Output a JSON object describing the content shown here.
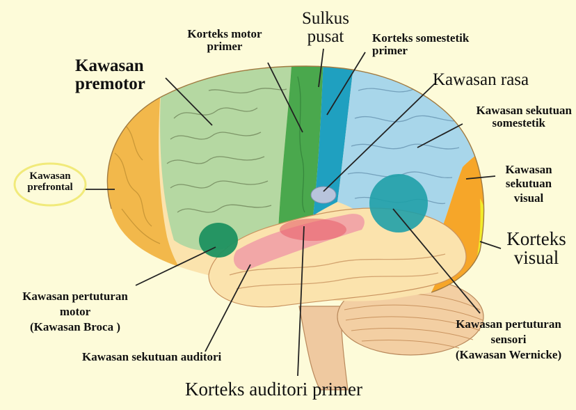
{
  "labels": {
    "korteks_motor_primer": [
      "Korteks motor",
      "primer"
    ],
    "sulkus_pusat": [
      "Sulkus",
      "pusat"
    ],
    "korteks_somestetik_primer": [
      "Korteks somestetik",
      "primer"
    ],
    "kawasan_premotor": [
      "Kawasan",
      "premotor"
    ],
    "kawasan_rasa": "Kawasan rasa",
    "kawasan_sekutuan_somestetik": [
      "Kawasan sekutuan",
      "somestetik"
    ],
    "kawasan_prefrontal": [
      "Kawasan",
      "prefrontal"
    ],
    "kawasan_sekutuan_visual": [
      "Kawasan",
      "sekutuan",
      "visual"
    ],
    "korteks_visual": [
      "Korteks",
      "visual"
    ],
    "kawasan_pertuturan_motor": [
      "Kawasan pertuturan",
      "motor",
      "(Kawasan Broca )"
    ],
    "kawasan_pertuturan_sensori": [
      "Kawasan pertuturan",
      "sensori",
      "(Kawasan Wernicke)"
    ],
    "kawasan_sekutuan_auditori": "Kawasan sekutuan auditori",
    "korteks_auditori_primer": "Korteks auditori primer"
  },
  "colors": {
    "background": "#fdfbd9",
    "prefrontal": "#f2b84b",
    "premotor": "#b5d8a2",
    "motor_primer": "#4aa84d",
    "sulkus_somestetik_primer": "#1fa0c0",
    "sekutuan_somestetik": "#a8d6ea",
    "sekutuan_visual": "#f6a629",
    "korteks_visual": "#f2ec2a",
    "temporal": "#fbe3ad",
    "auditori_primer": "#f1a0a6",
    "broca": "#1e9160",
    "wernicke": "#20a0a8",
    "rasa": "#b8c4dc",
    "cerebellum": "#f3cfa3"
  }
}
